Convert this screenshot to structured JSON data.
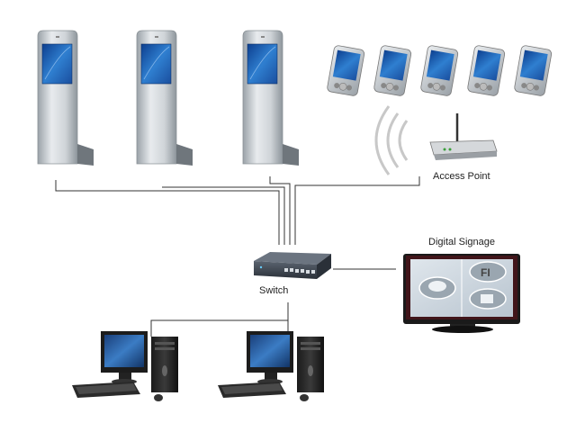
{
  "labels": {
    "access_point": "Access Point",
    "switch": "Switch",
    "digital_signage": "Digital Signage"
  },
  "signage_screen": {
    "tile_fi": "FI"
  },
  "colors": {
    "kiosk_screen": "#1f5fae",
    "kiosk_body": "#c9cfd4",
    "line": "#333333",
    "tv_frame": "#1a1a1a",
    "tv_accent": "#8b0d1c"
  }
}
